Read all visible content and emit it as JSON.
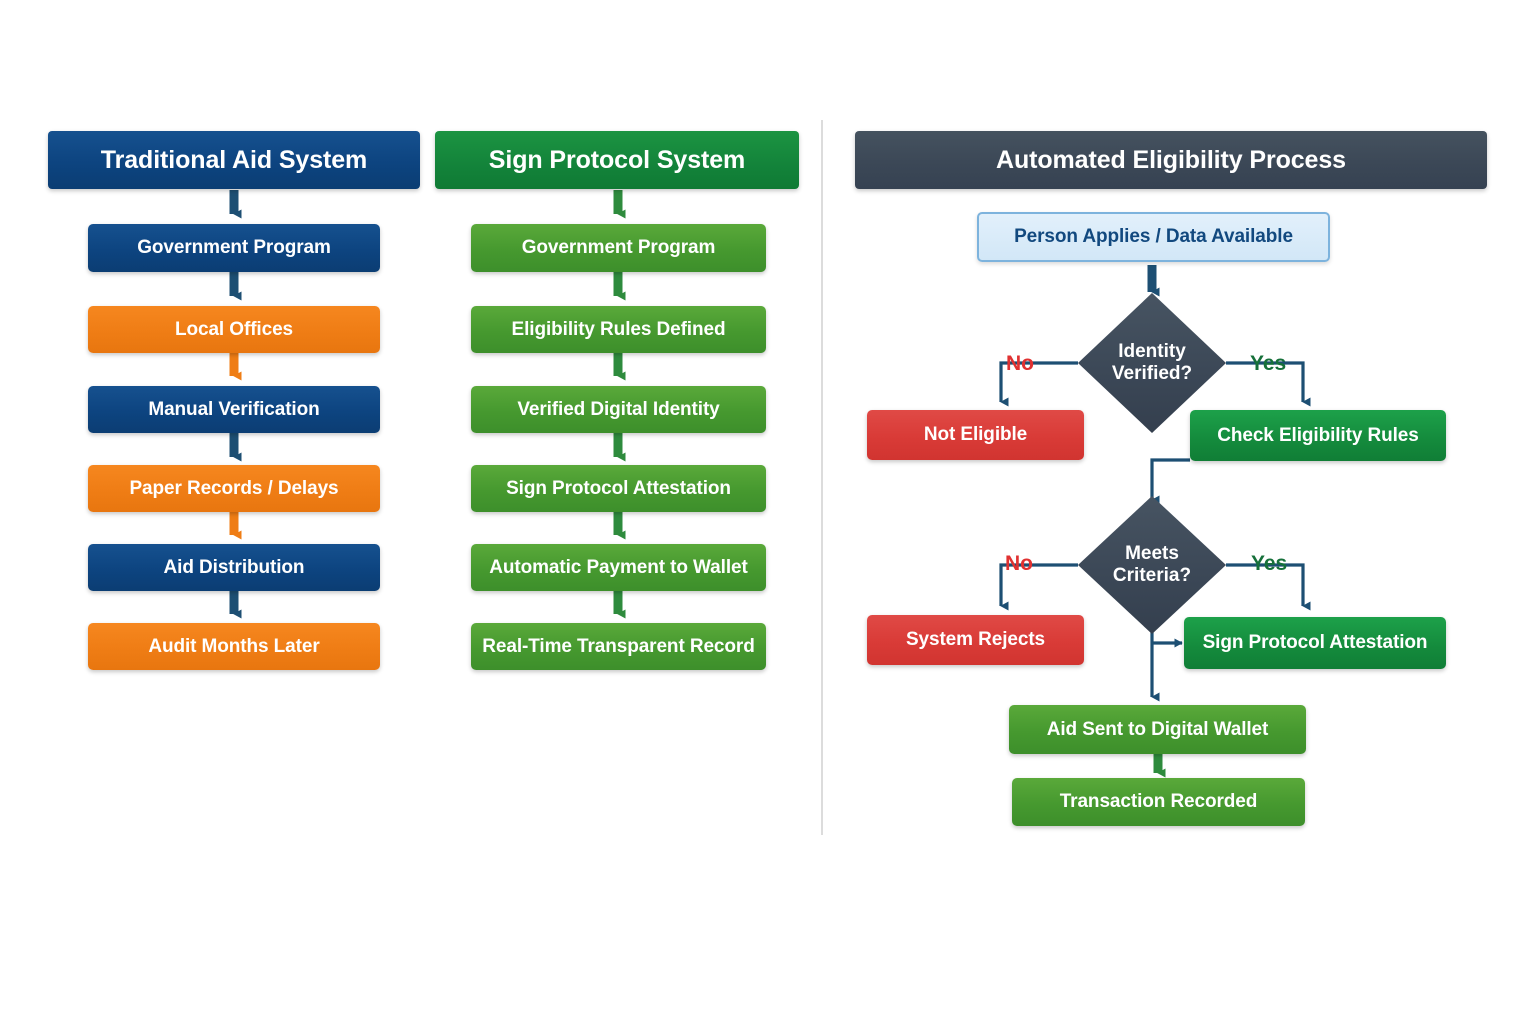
{
  "colors": {
    "navy": "#0d4480",
    "orange": "#ef7d15",
    "green_header": "#13833a",
    "green_mid": "#46992f",
    "green_deep": "#148a3c",
    "slate": "#3b4756",
    "red": "#d93b37",
    "light_blue_fill": "#d2e7f7",
    "light_blue_border": "#7db3dd",
    "light_blue_text": "#12497f",
    "divider": "#dcdcdc",
    "arrow_navy": "#1d4f73",
    "arrow_orange": "#ef7d15",
    "arrow_green": "#2e8b3d",
    "yes_label": "#16703a",
    "no_label": "#e03131"
  },
  "columns": {
    "traditional": {
      "header": "Traditional Aid System",
      "steps": [
        {
          "label": "Government Program",
          "tone": "navy"
        },
        {
          "label": "Local Offices",
          "tone": "orange"
        },
        {
          "label": "Manual Verification",
          "tone": "navy"
        },
        {
          "label": "Paper Records / Delays",
          "tone": "orange"
        },
        {
          "label": "Aid Distribution",
          "tone": "navy"
        },
        {
          "label": "Audit Months Later",
          "tone": "orange"
        }
      ]
    },
    "sign_protocol": {
      "header": "Sign Protocol System",
      "steps": [
        {
          "label": "Government Program",
          "tone": "green"
        },
        {
          "label": "Eligibility Rules Defined",
          "tone": "green"
        },
        {
          "label": "Verified Digital Identity",
          "tone": "green"
        },
        {
          "label": "Sign Protocol Attestation",
          "tone": "green"
        },
        {
          "label": "Automatic Payment to Wallet",
          "tone": "green"
        },
        {
          "label": "Real-Time Transparent Record",
          "tone": "green"
        }
      ]
    }
  },
  "flow": {
    "header": "Automated Eligibility Process",
    "start": "Person Applies / Data Available",
    "decision_1": {
      "line1": "Identity",
      "line2": "Verified?"
    },
    "decision_2": {
      "line1": "Meets",
      "line2": "Criteria?"
    },
    "branch_no": "No",
    "branch_yes": "Yes",
    "not_eligible": "Not Eligible",
    "check_rules": "Check Eligibility Rules",
    "system_rejects": "System Rejects",
    "attestation": "Sign Protocol Attestation",
    "aid_sent": "Aid Sent to Digital Wallet",
    "transaction_recorded": "Transaction Recorded"
  }
}
